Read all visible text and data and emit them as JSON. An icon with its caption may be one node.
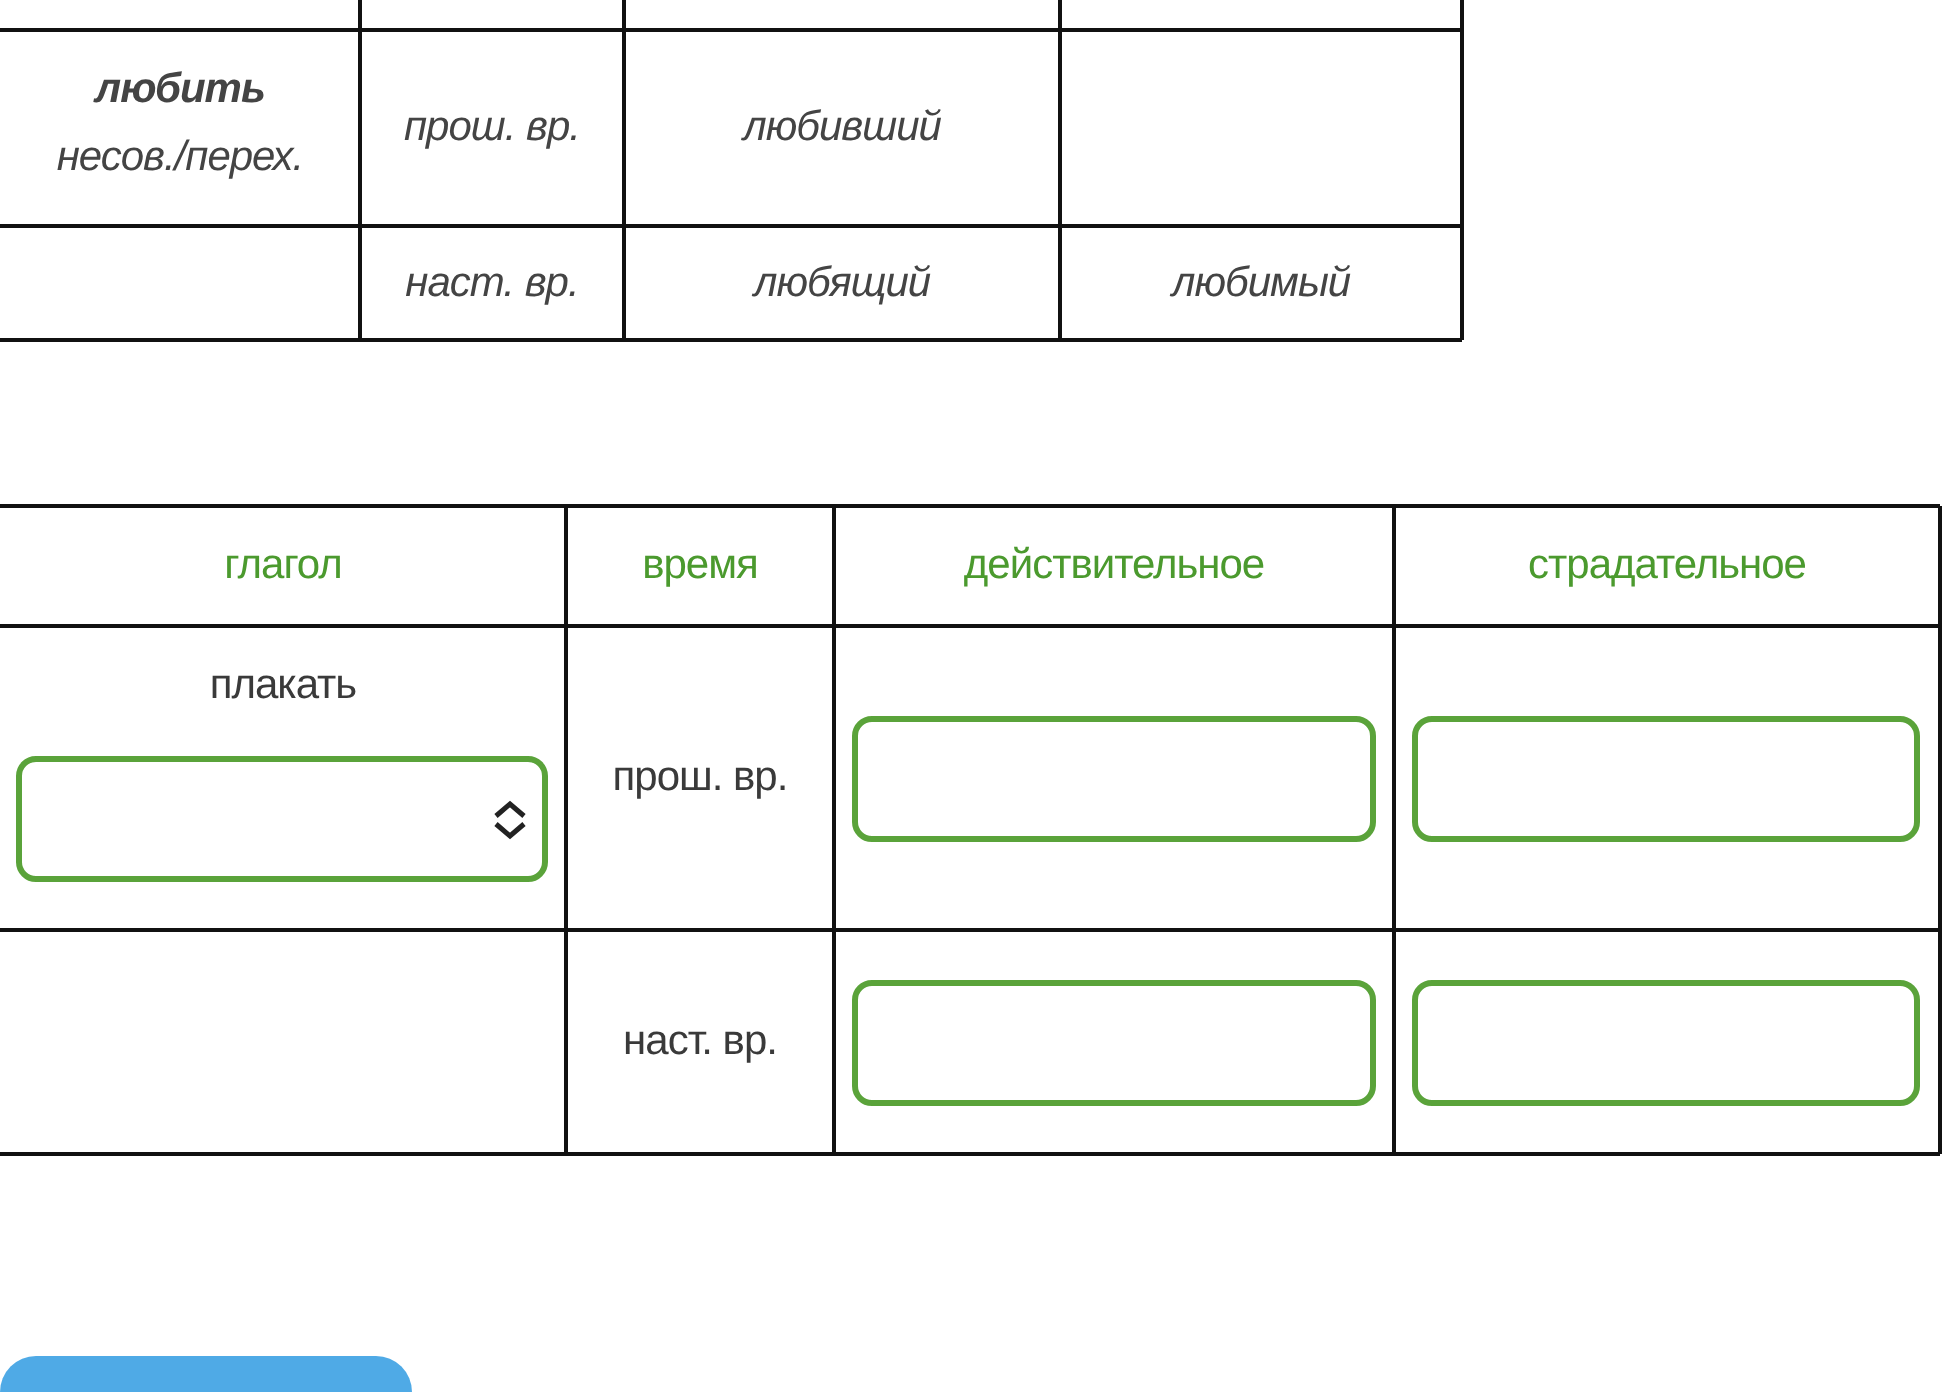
{
  "diagram": {
    "labels": [
      "любить",
      "несов./перех.",
      "прош. вр.",
      "любивший",
      "наст. вр.",
      "любящий",
      "любимый",
      "глагол",
      "время",
      "действительное",
      "страдательное",
      "плакать",
      "прош. вр.",
      "наст. вр."
    ]
  }
}
